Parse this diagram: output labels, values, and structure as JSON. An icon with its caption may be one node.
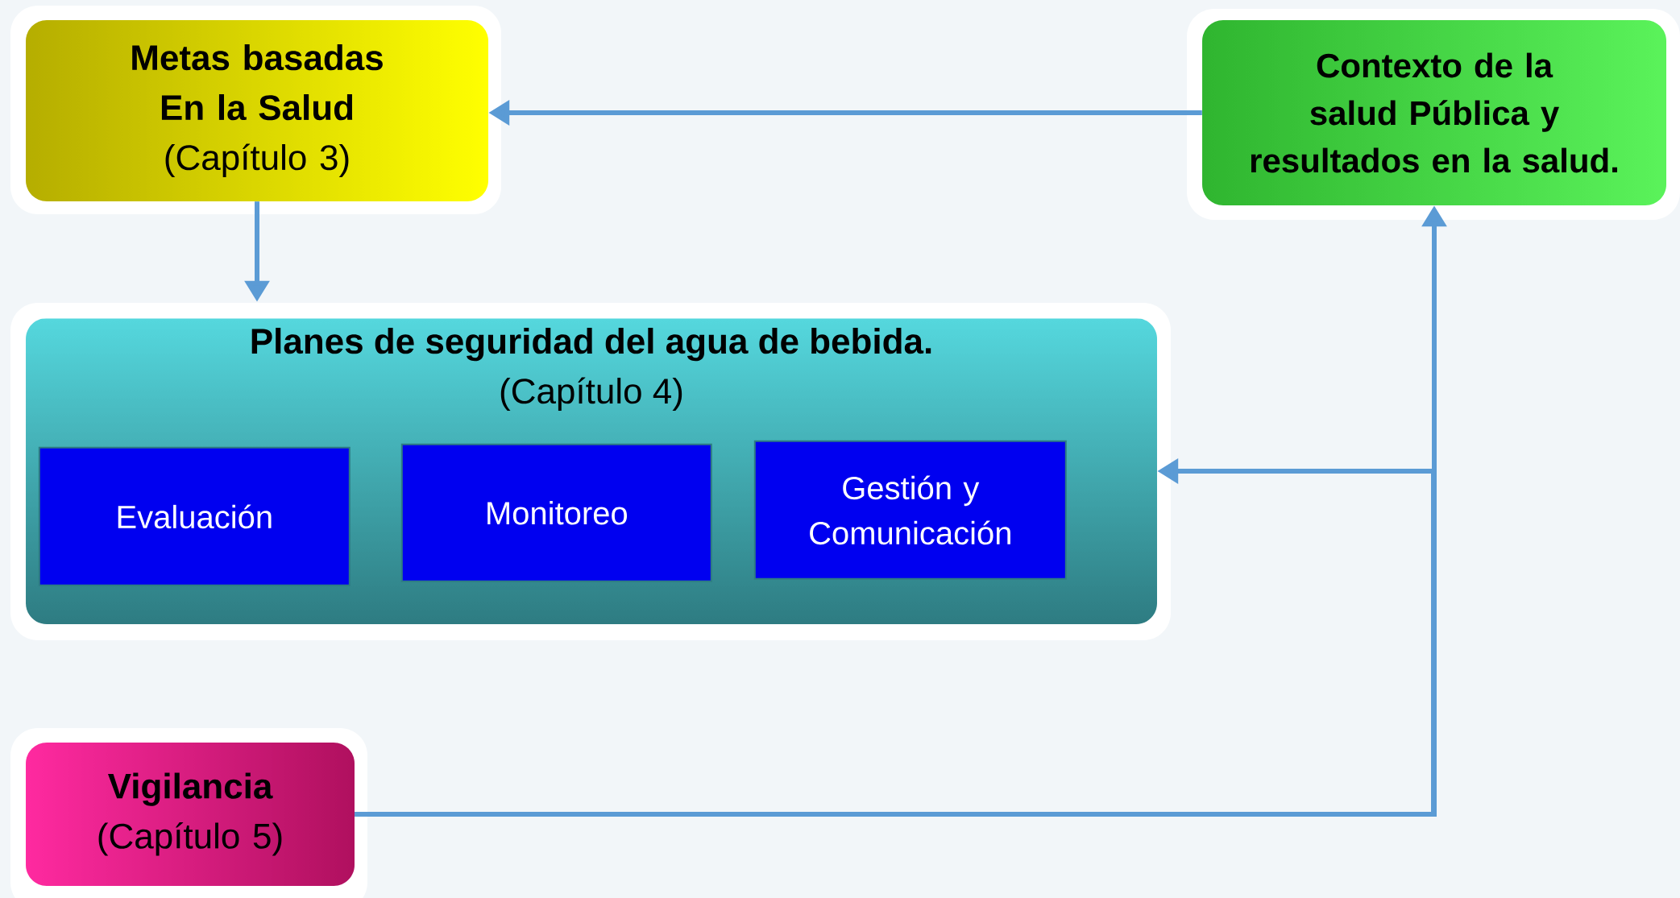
{
  "diagram": {
    "nodes": [
      {
        "text": [
          "Metas basadas En la Salud",
          "(Capítulo 3)"
        ]
      },
      {
        "text": [
          "Contexto de la salud Pública y resultados en la salud."
        ]
      },
      {
        "text": [
          "Planes de seguridad del agua de bebida.",
          "(Capítulo 4)"
        ]
      },
      {
        "text": [
          "Evaluación"
        ],
        "in": 2
      },
      {
        "text": [
          "Monitoreo"
        ],
        "in": 2
      },
      {
        "text": [
          "Gestión y Comunicación"
        ],
        "in": 2
      },
      {
        "text": [
          "Vigilancia",
          "(Capítulo 5)"
        ]
      }
    ],
    "edges": [
      {
        "from": 1,
        "to": 0,
        "arrow": "to"
      },
      {
        "from": 0,
        "to": 2,
        "arrow": "to"
      },
      {
        "from": 6,
        "to": 1,
        "arrow": "to"
      },
      {
        "from": 6,
        "to": 2,
        "arrow": "to"
      }
    ]
  }
}
